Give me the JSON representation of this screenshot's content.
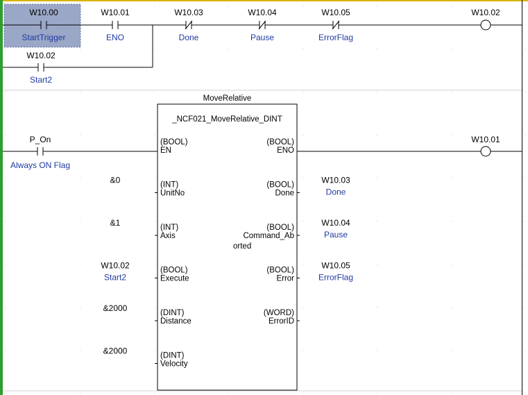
{
  "rung1": {
    "contacts": [
      {
        "address": "W10.00",
        "comment": "StartTrigger",
        "type": "NO",
        "selected": true
      },
      {
        "address": "W10.01",
        "comment": "ENO",
        "type": "NO"
      },
      {
        "address": "W10.03",
        "comment": "Done",
        "type": "NC"
      },
      {
        "address": "W10.04",
        "comment": "Pause",
        "type": "NC"
      },
      {
        "address": "W10.05",
        "comment": "ErrorFlag",
        "type": "NC"
      }
    ],
    "branch_contact": {
      "address": "W10.02",
      "comment": "Start2",
      "type": "NO"
    },
    "coil": {
      "address": "W10.02"
    }
  },
  "rung2": {
    "instance_name": "MoveRelative",
    "fb_type": "_NCF021_MoveRelative_DINT",
    "input_contact": {
      "address": "P_On",
      "comment": "Always ON Flag"
    },
    "coil": {
      "address": "W10.01"
    },
    "inputs": [
      {
        "type": "(BOOL)",
        "name": "EN",
        "value": "",
        "value_comment": ""
      },
      {
        "type": "(INT)",
        "name": "UnitNo",
        "value": "&0",
        "value_comment": ""
      },
      {
        "type": "(INT)",
        "name": "Axis",
        "value": "&1",
        "value_comment": ""
      },
      {
        "type": "(BOOL)",
        "name": "Execute",
        "value": "W10.02",
        "value_comment": "Start2"
      },
      {
        "type": "(DINT)",
        "name": "Distance",
        "value": "&2000",
        "value_comment": ""
      },
      {
        "type": "(DINT)",
        "name": "Velocity",
        "value": "&2000",
        "value_comment": ""
      }
    ],
    "outputs": [
      {
        "type": "(BOOL)",
        "name_lines": [
          "ENO"
        ],
        "value": "",
        "value_comment": ""
      },
      {
        "type": "(BOOL)",
        "name_lines": [
          "Done"
        ],
        "value": "W10.03",
        "value_comment": "Done"
      },
      {
        "type": "(BOOL)",
        "name_lines": [
          "Command_Ab",
          "orted"
        ],
        "value": "W10.04",
        "value_comment": "Pause"
      },
      {
        "type": "(BOOL)",
        "name_lines": [
          "Error"
        ],
        "value": "W10.05",
        "value_comment": "ErrorFlag"
      },
      {
        "type": "(WORD)",
        "name_lines": [
          "ErrorID"
        ],
        "value": "",
        "value_comment": ""
      }
    ]
  },
  "colors": {
    "selection_fill": "#9aa7c7",
    "comment_text": "#1f3aa0",
    "left_bus": "#2f9d2f",
    "rung_separator": "#d0d0d0",
    "grid_dot": "#c8c8c8",
    "top_border": "#d8b400"
  }
}
